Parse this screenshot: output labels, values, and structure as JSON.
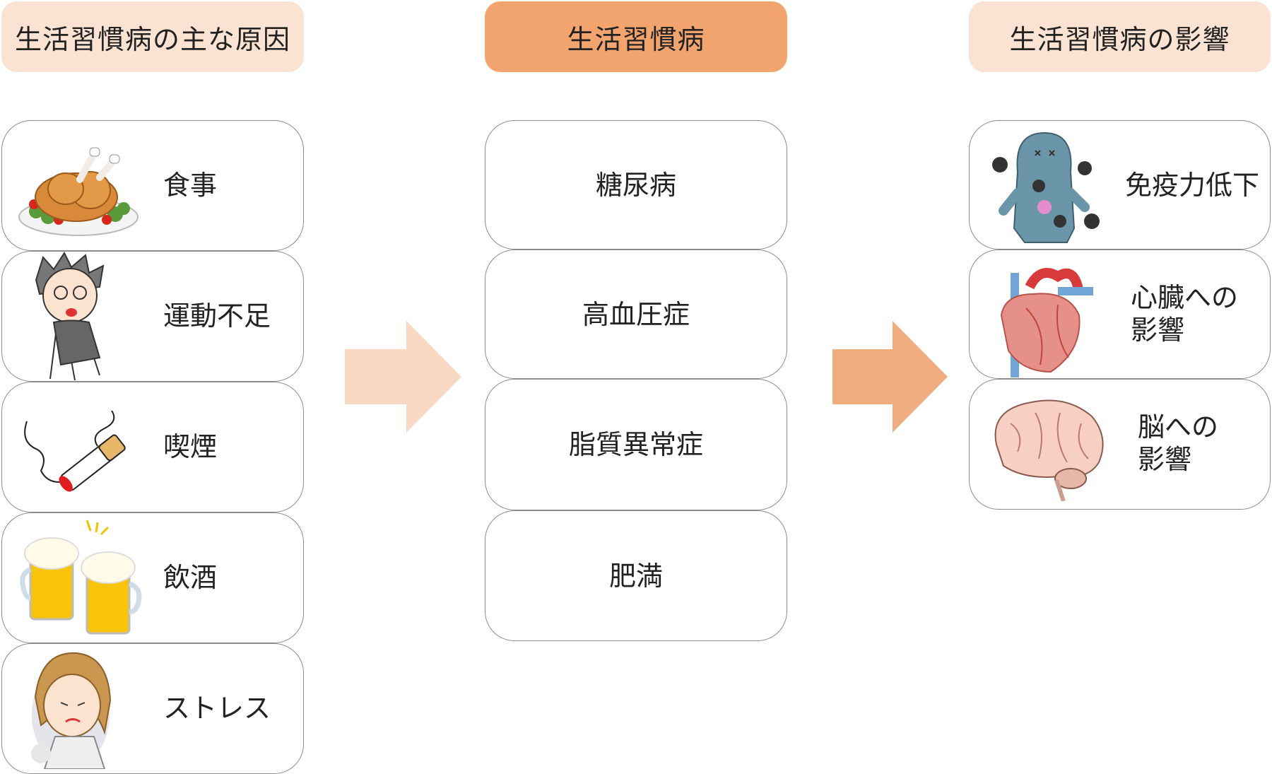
{
  "columns": {
    "causes": {
      "header": "生活習慣病の主な原因",
      "items": [
        {
          "label": "食事",
          "icon": "roast-chicken-icon"
        },
        {
          "label": "運動不足",
          "icon": "tired-man-icon"
        },
        {
          "label": "喫煙",
          "icon": "cigarette-icon"
        },
        {
          "label": "飲酒",
          "icon": "beer-mugs-icon"
        },
        {
          "label": "ストレス",
          "icon": "stressed-woman-icon"
        }
      ]
    },
    "diseases": {
      "header": "生活習慣病",
      "items": [
        {
          "label": "糖尿病"
        },
        {
          "label": "高血圧症"
        },
        {
          "label": "脂質異常症"
        },
        {
          "label": "肥満"
        }
      ]
    },
    "effects": {
      "header": "生活習慣病の影響",
      "items": [
        {
          "label": "免疫力低下",
          "icon": "immune-germs-icon"
        },
        {
          "label": "心臓への\n影響",
          "icon": "heart-icon"
        },
        {
          "label": "脳への\n影響",
          "icon": "brain-icon"
        }
      ]
    }
  },
  "colors": {
    "header_light": "#fbe3d3",
    "header_dark": "#f2a46f",
    "arrow_light": "#f9d9c3",
    "arrow_dark": "#f0ad80",
    "card_border": "#8c8c8c"
  }
}
